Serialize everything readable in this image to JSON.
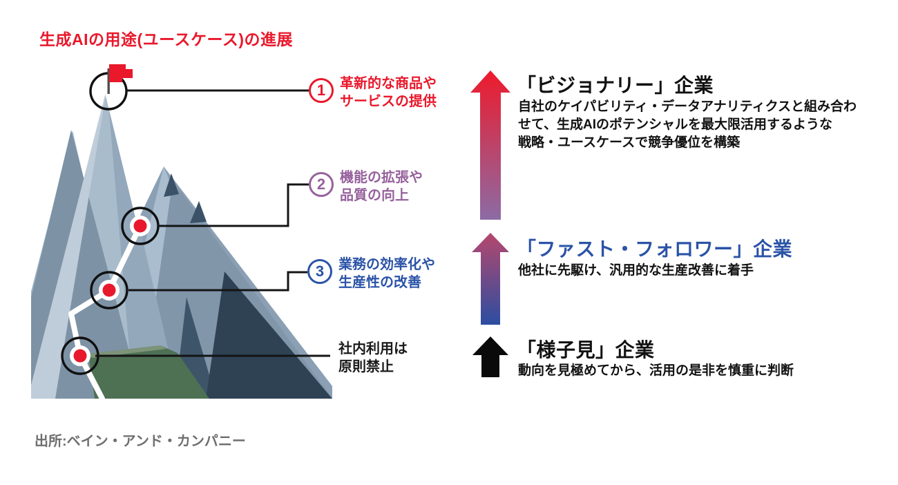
{
  "title": "生成AIの用途(ユースケース)の進展",
  "source": "出所:ベイン・アンド・カンパニー",
  "colors": {
    "title_red": "#E9182B",
    "usecase1_red": "#E9182B",
    "usecase2_purple": "#96619C",
    "usecase3_blue": "#2B53A7",
    "usecase4_black": "#1A1A1A",
    "arrow_top_gradient": [
      "#ED1B2C",
      "#8C6BA5"
    ],
    "arrow_middle_gradient": [
      "#B4486E",
      "#2C4DA1"
    ],
    "arrow_bottom_black": "#0A0A0A",
    "waypoint_dot_red": "#E8192C",
    "mountain_green": "#4E7154",
    "source_gray": "#6E6E6E"
  },
  "use_cases": [
    {
      "number": "1",
      "lines": "革新的な商品や\nサービスの提供"
    },
    {
      "number": "2",
      "lines": "機能の拡張や\n品質の向上"
    },
    {
      "number": "3",
      "lines": "業務の効率化や\n生産性の改善"
    },
    {
      "number": "",
      "lines": "社内利用は\n原則禁止"
    }
  ],
  "company_tiers": [
    {
      "name": "「ビジョナリー」企業",
      "description": "自社のケイパビリティ・データアナリティクスと組み合わ\nせて、生成AIのポテンシャルを最大限活用するような\n戦略・ユースケースで競争優位を構築"
    },
    {
      "name": "「ファスト・フォロワー」企業",
      "description": "他社に先駆け、汎用的な生産改善に着手"
    },
    {
      "name": "「様子見」企業",
      "description": "動向を見極めてから、活用の是非を慎重に判断"
    }
  ]
}
